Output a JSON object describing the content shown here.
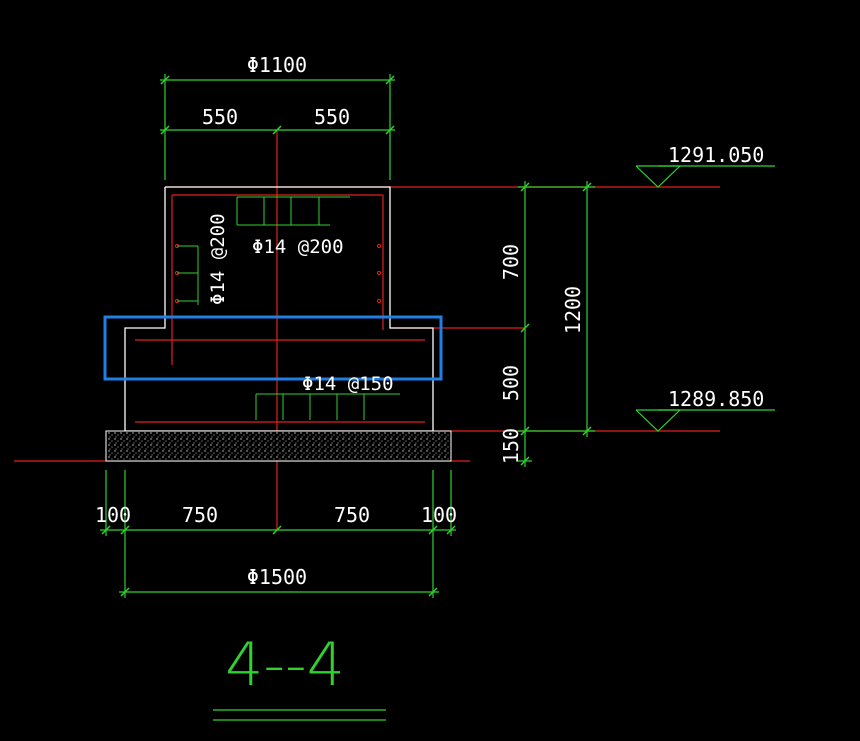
{
  "drawing": {
    "section_title": "4--4",
    "dimensions": {
      "top_diameter": "Φ1100",
      "top_half_left": "550",
      "top_half_right": "550",
      "bottom_diameter": "Φ1500",
      "bottom_offset_left": "100",
      "bottom_half_left": "750",
      "bottom_half_right": "750",
      "bottom_offset_right": "100",
      "upper_height": "700",
      "base_height": "500",
      "total_height": "1200",
      "cushion_height": "150"
    },
    "elevations": {
      "top": "1291.050",
      "bottom": "1289.850"
    },
    "rebar": {
      "column_horizontal": "Φ14 @200",
      "column_vertical": "Φ14 @200",
      "base_horizontal": "Φ14 @150"
    },
    "colors": {
      "background": "#000000",
      "outline": "#ffffff",
      "dimension": "#2fd12f",
      "centerline": "#e0201e",
      "highlight": "#1f7fe6"
    }
  }
}
